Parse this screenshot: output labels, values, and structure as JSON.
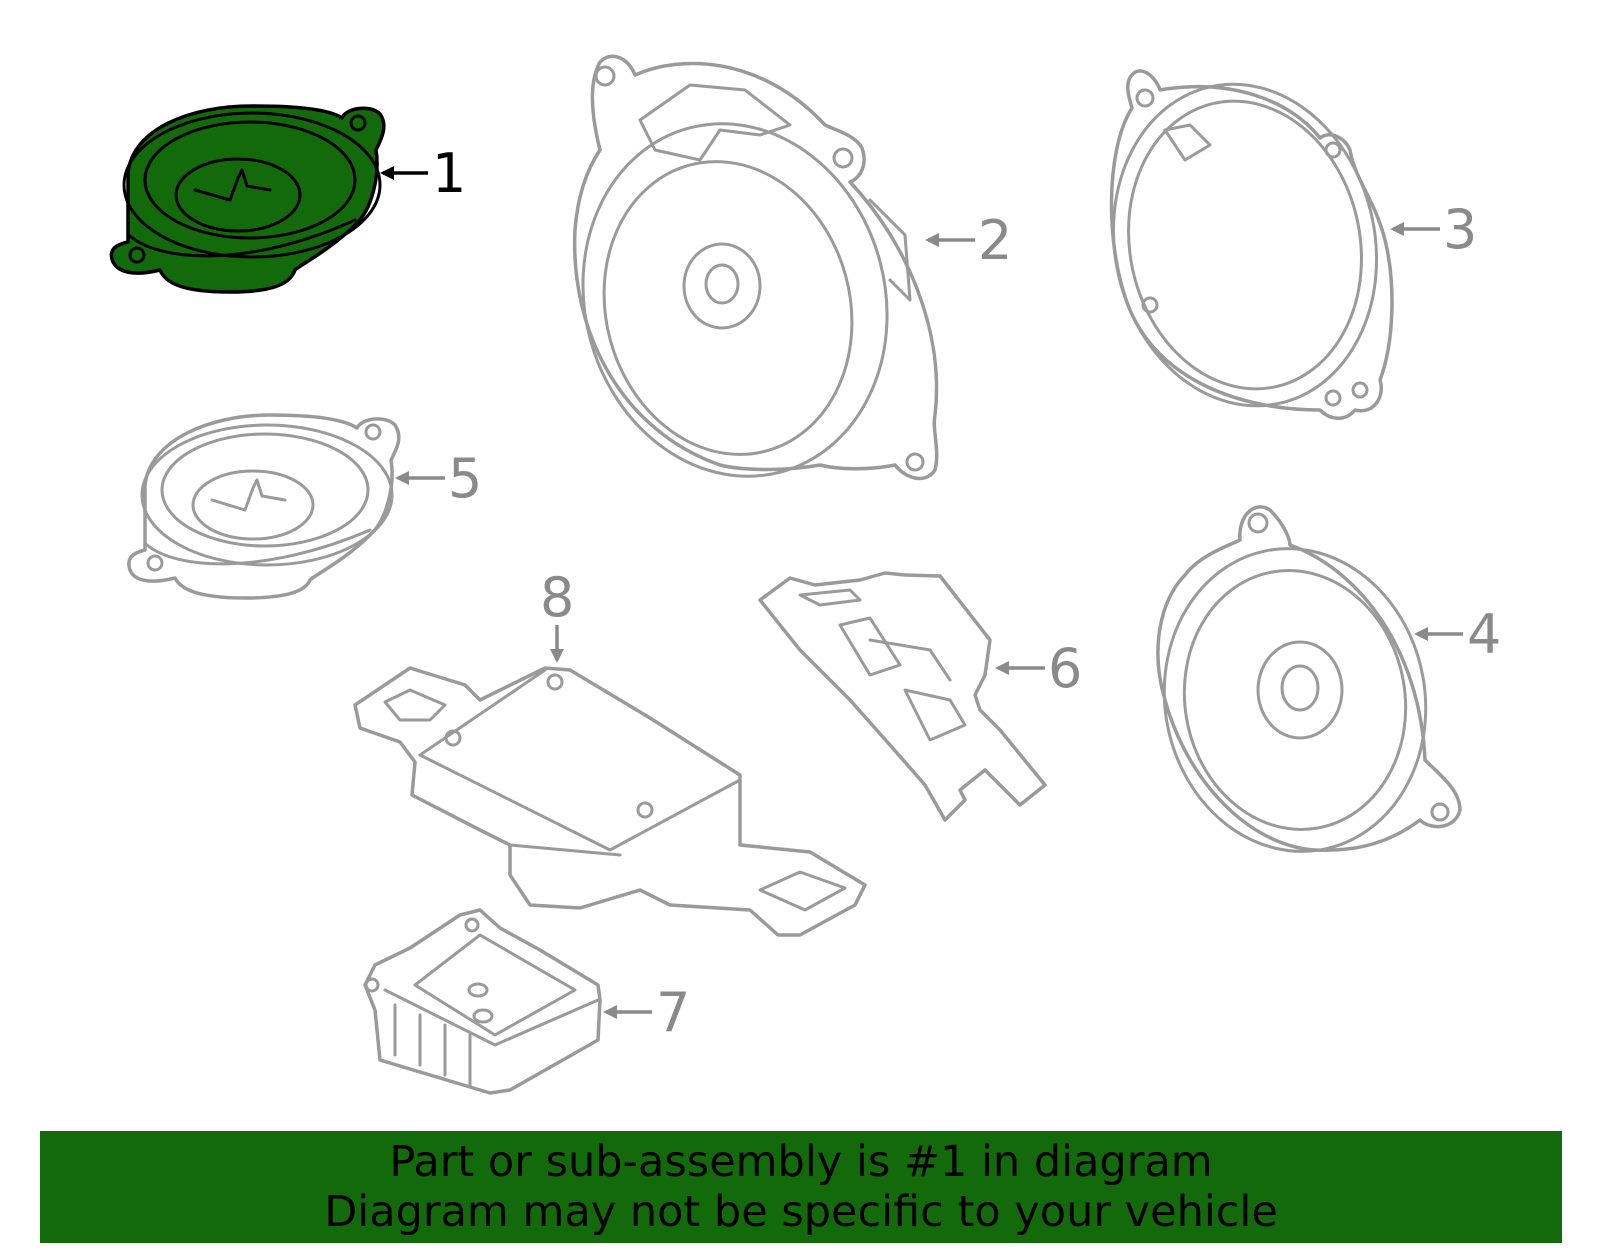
{
  "diagram": {
    "callouts": [
      {
        "id": "1",
        "label": "1",
        "highlighted": true
      },
      {
        "id": "2",
        "label": "2",
        "highlighted": false
      },
      {
        "id": "3",
        "label": "3",
        "highlighted": false
      },
      {
        "id": "4",
        "label": "4",
        "highlighted": false
      },
      {
        "id": "5",
        "label": "5",
        "highlighted": false
      },
      {
        "id": "6",
        "label": "6",
        "highlighted": false
      },
      {
        "id": "7",
        "label": "7",
        "highlighted": false
      },
      {
        "id": "8",
        "label": "8",
        "highlighted": false
      }
    ]
  },
  "banner": {
    "line1": "Part or sub-assembly is #1 in diagram",
    "line2": "Diagram may not be specific to your vehicle"
  },
  "colors": {
    "highlight": "#136a0b",
    "part_stroke": "#9a9a9a",
    "background": "#ffffff"
  }
}
